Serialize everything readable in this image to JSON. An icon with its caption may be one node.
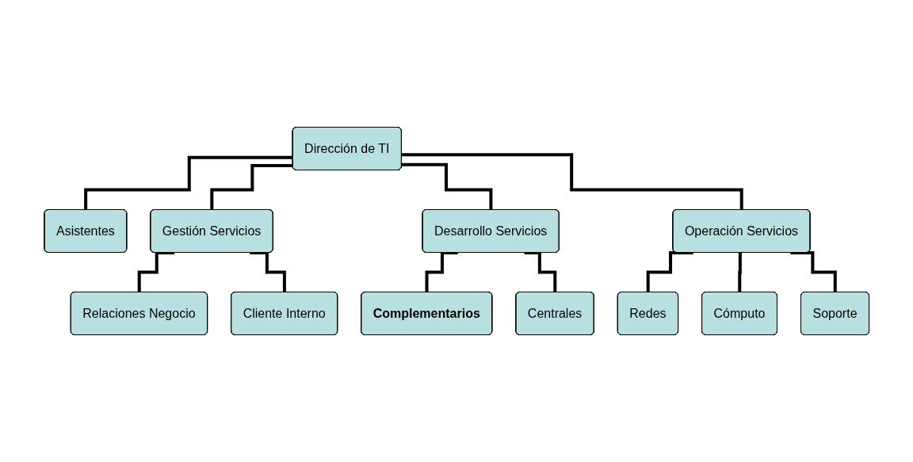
{
  "diagram": {
    "nodes": [
      {
        "text": [
          "Dirección de TI"
        ]
      },
      {
        "text": [
          "Asistentes"
        ]
      },
      {
        "text": [
          "Gestión Servicios"
        ]
      },
      {
        "text": [
          "Desarrollo Servicios"
        ]
      },
      {
        "text": [
          "Operación Servicios"
        ]
      },
      {
        "text": [
          "Relaciones Negocio"
        ]
      },
      {
        "text": [
          "Cliente Interno"
        ]
      },
      {
        "text": [
          "Complementarios"
        ]
      },
      {
        "text": [
          "Centrales"
        ]
      },
      {
        "text": [
          "Redes"
        ]
      },
      {
        "text": [
          "Cómputo"
        ]
      },
      {
        "text": [
          "Soporte"
        ]
      }
    ],
    "edges": [
      {
        "from": 0,
        "to": 1,
        "arrow": "none"
      },
      {
        "from": 0,
        "to": 2,
        "arrow": "none"
      },
      {
        "from": 0,
        "to": 3,
        "arrow": "none"
      },
      {
        "from": 0,
        "to": 4,
        "arrow": "none"
      },
      {
        "from": 2,
        "to": 5,
        "arrow": "none"
      },
      {
        "from": 2,
        "to": 6,
        "arrow": "none"
      },
      {
        "from": 3,
        "to": 7,
        "arrow": "none"
      },
      {
        "from": 3,
        "to": 8,
        "arrow": "none"
      },
      {
        "from": 4,
        "to": 9,
        "arrow": "none"
      },
      {
        "from": 4,
        "to": 10,
        "arrow": "none"
      },
      {
        "from": 4,
        "to": 11,
        "arrow": "none"
      }
    ]
  }
}
